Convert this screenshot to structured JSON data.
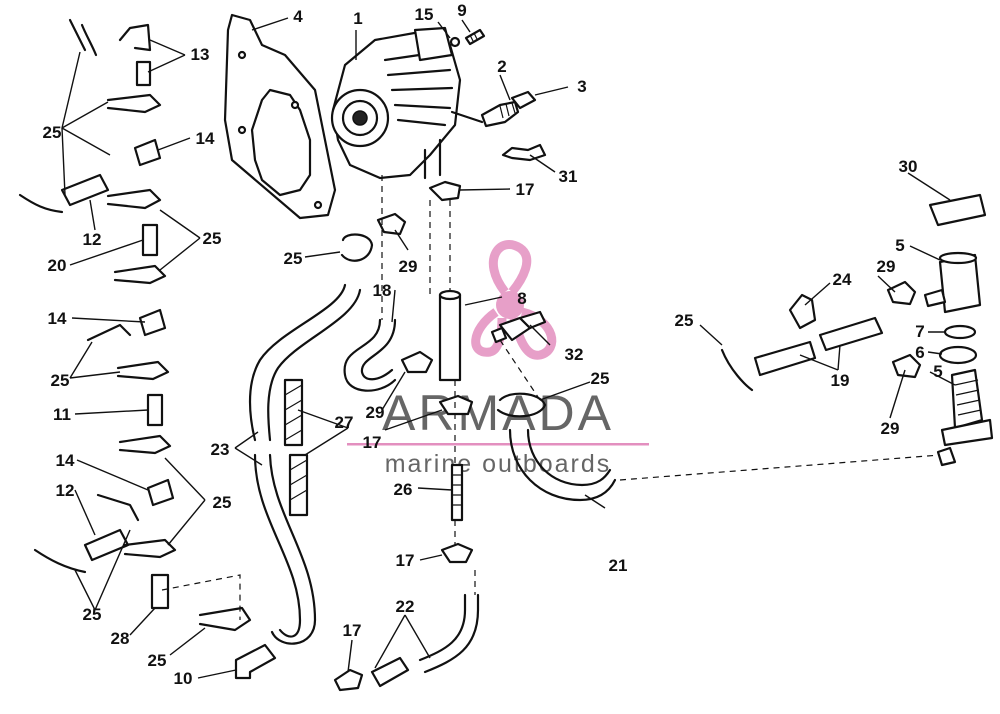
{
  "watermark": {
    "title": "ARMADA",
    "subtitle": "marine outboards",
    "accent_color": "#e38fbf",
    "text_color": "#666666"
  },
  "callouts": {
    "c1": "1",
    "c2": "2",
    "c3": "3",
    "c4": "4",
    "c5a": "5",
    "c5b": "5",
    "c6": "6",
    "c7": "7",
    "c8": "8",
    "c9": "9",
    "c10": "10",
    "c11": "11",
    "c12a": "12",
    "c12b": "12",
    "c13": "13",
    "c14a": "14",
    "c14b": "14",
    "c14c": "14",
    "c15": "15",
    "c17a": "17",
    "c17b": "17",
    "c17c": "17",
    "c17d": "17",
    "c18": "18",
    "c19": "19",
    "c20": "20",
    "c21": "21",
    "c22": "22",
    "c23": "23",
    "c24": "24",
    "c25a": "25",
    "c25b": "25",
    "c25c": "25",
    "c25d": "25",
    "c25e": "25",
    "c25f": "25",
    "c25g": "25",
    "c25h": "25",
    "c25i": "25",
    "c26": "26",
    "c27": "27",
    "c28": "28",
    "c29a": "29",
    "c29b": "29",
    "c29c": "29",
    "c29d": "29",
    "c30": "30",
    "c31": "31",
    "c32": "32"
  }
}
